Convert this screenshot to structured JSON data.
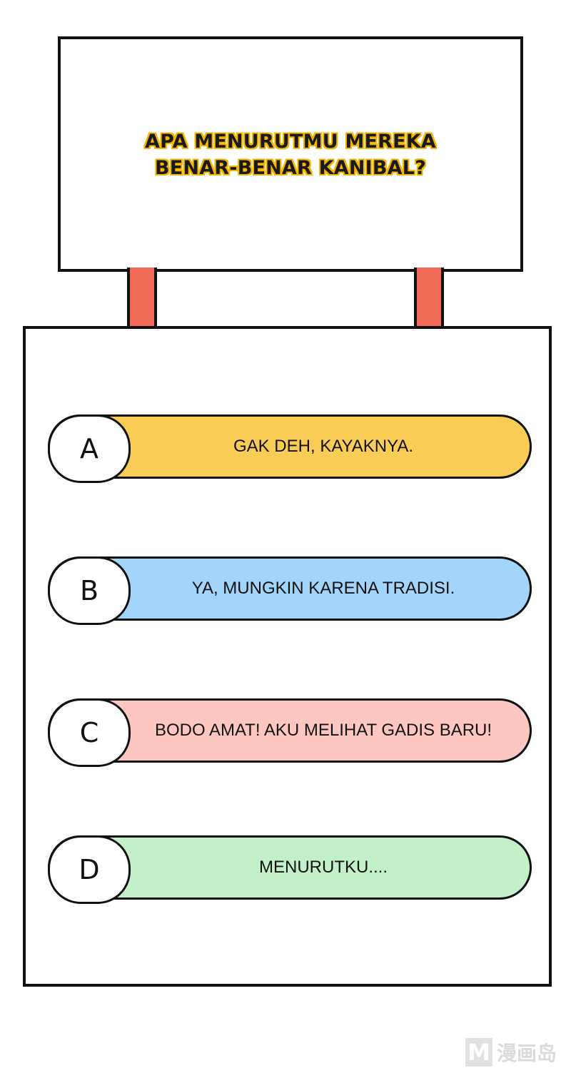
{
  "sign": {
    "question_line1": "APA MENURUTMU MEREKA",
    "question_line2": "BENAR-BENAR KANIBAL?"
  },
  "options": [
    {
      "letter": "A",
      "text": "GAK DEH, KAYAKNYA.",
      "color": "#f8cc55"
    },
    {
      "letter": "B",
      "text": "YA, MUNGKIN KARENA TRADISI.",
      "color": "#a3d5fb"
    },
    {
      "letter": "C",
      "text": "BODO AMAT! AKU MELIHAT GADIS BARU!",
      "color": "#fec6c1"
    },
    {
      "letter": "D",
      "text": "MENURUTKU....",
      "color": "#c3f0c9"
    }
  ],
  "colors": {
    "pole": "#ef6b56",
    "question_outline": "#f5b400"
  },
  "watermark": {
    "logo_letter": "M",
    "text": "漫画岛"
  }
}
